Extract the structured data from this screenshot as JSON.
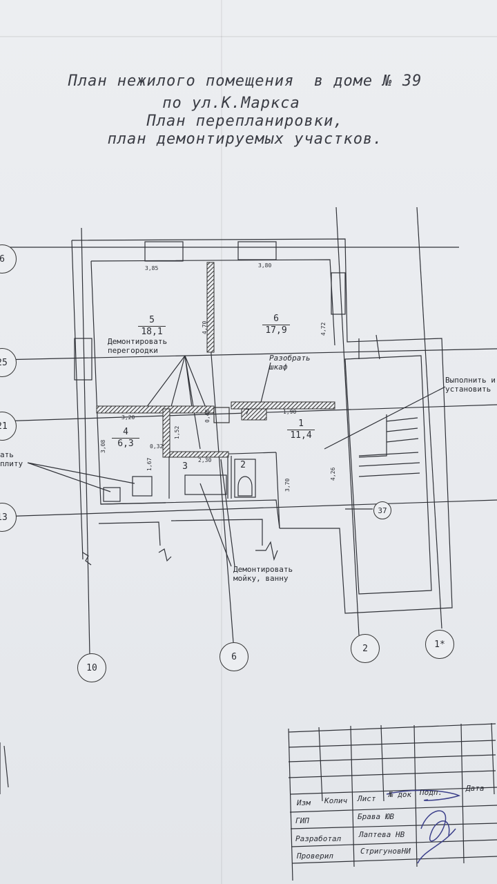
{
  "title": {
    "line1": "План нежилого помещения  в доме № 39",
    "line2": "по ул.К.Маркса",
    "line3": "План перепланировки,",
    "line4": "план демонтируемых участков."
  },
  "rooms": {
    "r5": {
      "num": "5",
      "area": "18,1"
    },
    "r6": {
      "num": "6",
      "area": "17,9"
    },
    "r4": {
      "num": "4",
      "area": "6,3"
    },
    "r1": {
      "num": "1",
      "area": "11,4"
    },
    "r3": {
      "num": "3"
    },
    "r2": {
      "num": "2"
    },
    "r7": {
      "num": "7"
    }
  },
  "dims": {
    "d385": "3,85",
    "d380": "3,80",
    "d470": "4,70",
    "d472": "4,72",
    "d320": "3,20",
    "d048": "0,48",
    "d190": "1,90",
    "d308": "3,08",
    "d152": "1,52",
    "d032": "0,32",
    "d167": "1,67",
    "d230": "2,30",
    "d370": "3,70",
    "d426": "4,26"
  },
  "notes": {
    "partitions": "Демонтировать\nперегородки",
    "cabinet": "Разобрать\nшкаф",
    "execute": "Выполнить и\nустановить",
    "stove": "ать\nплиту",
    "sink": "Демонтировать\nмойку, ванну"
  },
  "axes": {
    "a6": "6",
    "a25": "25",
    "a21": "21",
    "a13": "13",
    "a10": "10",
    "b6": "6",
    "a2": "2",
    "a1": "1*",
    "a37": "37"
  },
  "title_block": {
    "izm": "Изм",
    "kolich": "Колич",
    "list": "Лист",
    "ndok": "№ док",
    "podp": "Подп.",
    "data": "Дата",
    "gip_role": "ГИП",
    "gip_name": "Брава ЮВ",
    "dev_role": "Разработал",
    "dev_name": "Лаптева НВ",
    "chk_role": "Проверил",
    "chk_name": "СтригуновНИ"
  },
  "colors": {
    "ink": "#2b2d33",
    "paper": "#e9ebee",
    "signature": "#3b3f8a"
  }
}
